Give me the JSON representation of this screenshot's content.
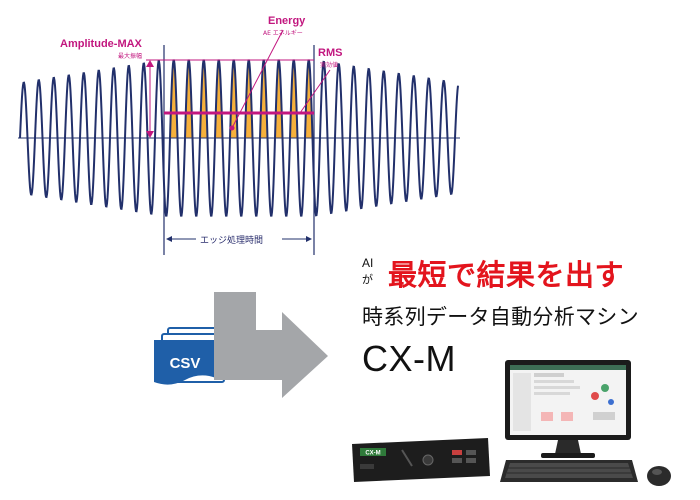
{
  "waveform": {
    "amplitude_label": "Amplitude-MAX",
    "amplitude_sub": "最大振幅",
    "energy_label": "Energy",
    "energy_sub": "AE エネルギー",
    "rms_label": "RMS",
    "rms_sub": "実効値",
    "edge_time_label": "エッジ処理時間",
    "colors": {
      "wave": "#22306b",
      "annotation": "#c2177f",
      "energy_fill": "#f4a21a"
    }
  },
  "headline": {
    "ai_text": "AI",
    "particle": "が",
    "main_text": "最短で結果を出す",
    "color": "#e3141d"
  },
  "subtitle": "時系列データ自動分析マシン",
  "product_name": "CX-M",
  "csv_icon": {
    "label": "CSV",
    "color": "#1f5fa8"
  },
  "hardware_box": {
    "label": "CX-M"
  }
}
